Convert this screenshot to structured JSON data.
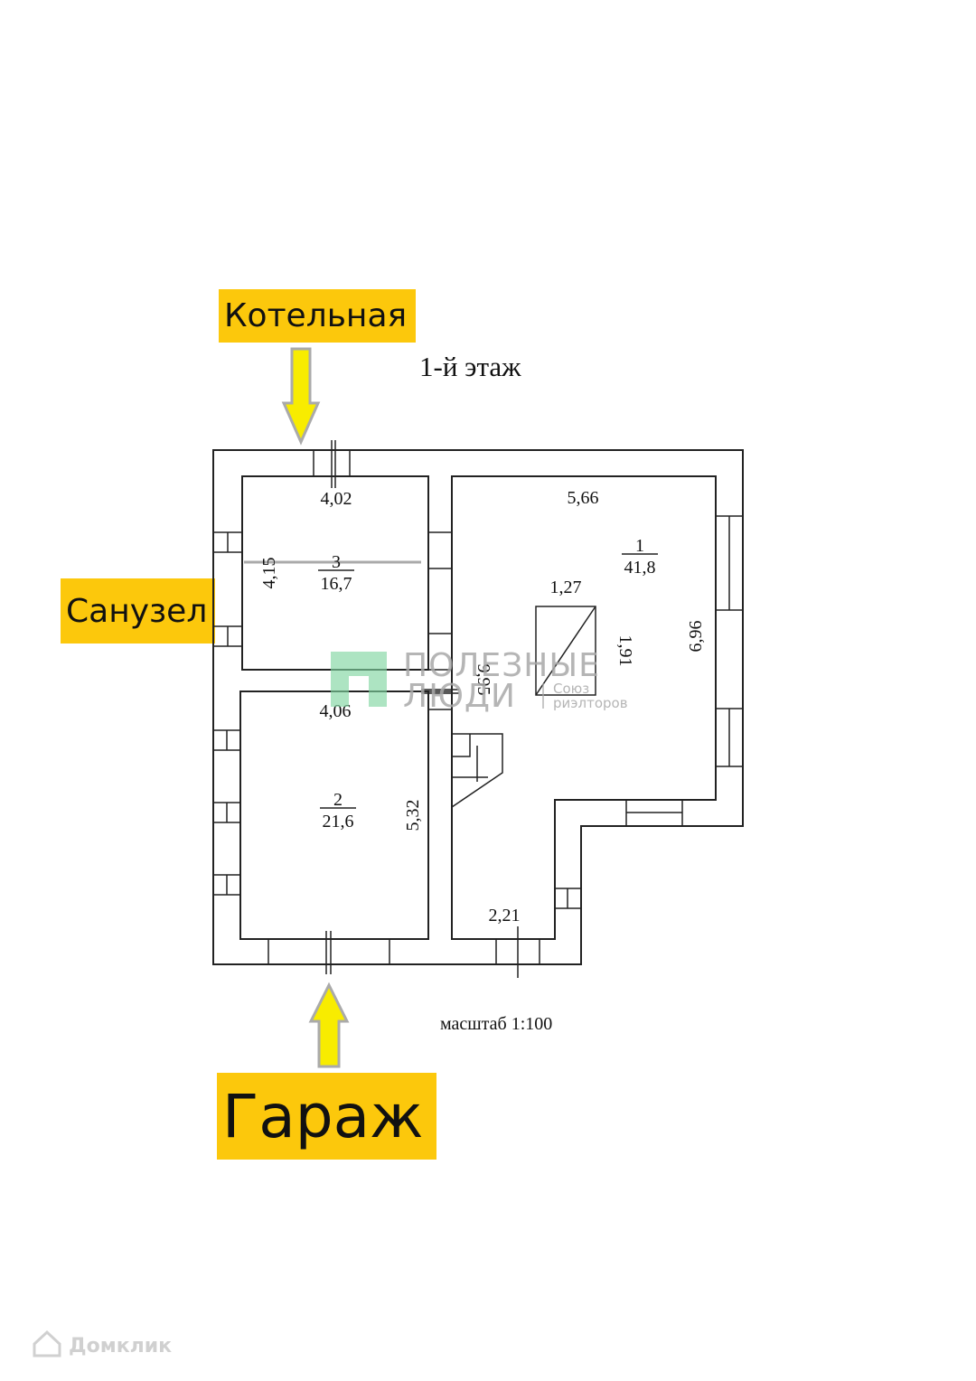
{
  "labels": {
    "boiler_room": "Котельная",
    "bathroom": "Санузел",
    "garage": "Гараж"
  },
  "plan": {
    "floor_title": "1-й этаж",
    "scale_note": "масштаб 1:100",
    "rooms": [
      {
        "number": "1",
        "area": "41,8"
      },
      {
        "number": "2",
        "area": "21,6"
      },
      {
        "number": "3",
        "area": "16,7"
      }
    ],
    "dimensions": {
      "room3_width": "4,02",
      "room3_height": "4,15",
      "room1_width": "5,66",
      "room1_height": "6,96",
      "stair_width": "1,27",
      "stair_height": "1,91",
      "corridor": "9,95",
      "room2_width": "4,06",
      "room2_height": "5,32",
      "bottom_width": "2,21"
    }
  },
  "watermark": {
    "line1": "ПОЛЕЗНЫЕ",
    "line2": "ЛЮДИ",
    "sub1": "Союз",
    "sub2": "риэлторов",
    "brand": "Домклик"
  },
  "colors": {
    "label_background": "#fcc80c",
    "arrow_fill": "#f8ec00",
    "watermark_green": "#7fd6a0"
  }
}
